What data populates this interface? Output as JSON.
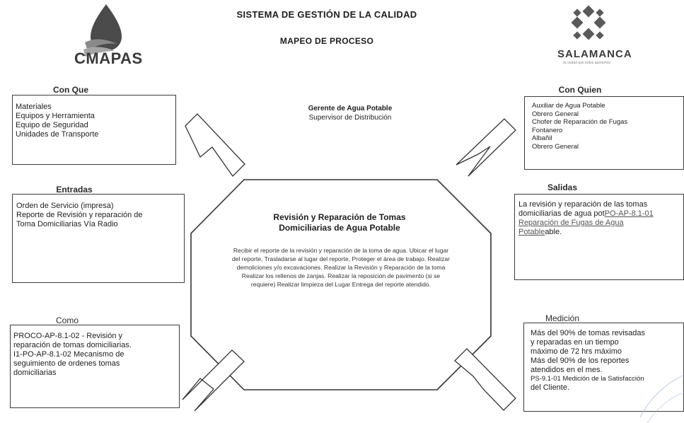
{
  "header": {
    "title": "SISTEMA DE GESTIÓN DE LA CALIDAD",
    "subtitle": "MAPEO DE PROCESO"
  },
  "logos": {
    "left_name": "CMAPAS",
    "right_name": "SALAMANCA",
    "right_tagline": "la ciudad que todos queremos"
  },
  "con_que": {
    "label": "Con Que",
    "items": [
      "Materiales",
      "Equipos y Herramienta",
      "Equipo de Seguridad",
      "Unidades de Transporte"
    ]
  },
  "responsables": {
    "line1": "Gerente de Agua Potable",
    "line2": "Supervisor de Distribución"
  },
  "con_quien": {
    "label": "Con Quien",
    "items": [
      "Auxiliar de Agua Potable",
      "Obrero General",
      "Chofer de Reparación de Fugas",
      "Fontanero",
      "Albañil",
      "Obrero General"
    ]
  },
  "entradas": {
    "label": "Entradas",
    "items": [
      "Orden de Servicio  (impresa)",
      "Reporte de Revisión y reparación de",
      "Toma Domiciliarias Vía Radio"
    ]
  },
  "proceso": {
    "title_line1": "Revisión y Reparación de Tomas",
    "title_line2": "Domiciliarias de Agua Potable",
    "desc_lines": [
      "Recibir el reporte de la revisión y reparación de la toma de agua. Ubicar el lugar",
      "del reporte, Trasladarse al lugar del reporte, Proteger el área de trabajo. Realizar",
      "demoliciones y/o excavaciones. Realizar la Revisión y Reparación de la toma",
      "Realizar los rellenos de zanjas. Realizar la reposición de pavimento (si se",
      "requiere) Realizar limpieza del Lugar Entrega del reporte atendido."
    ]
  },
  "salidas": {
    "label": "Salidas",
    "line1": "La revisión y reparación de las tomas",
    "line2_text": "domiciliarias de agua pot",
    "line2_link": "PO-AP-8.1-01",
    "line3_link": "Reparación de Fugas de Agua",
    "line4_link": "Potable",
    "line4_text": "able."
  },
  "como": {
    "label": "Como",
    "items": [
      "PROCO-AP-8.1-02 - Revisión y",
      "reparación de tomas domiciliarias.",
      "I1-PO-AP-8.1-02 Mecanismo de",
      "seguimiento de ordenes tomas",
      "domiciliarias"
    ]
  },
  "medicion": {
    "label": "Medición",
    "items": [
      "Más del 90% de tomas revisadas",
      "y reparadas en un tiempo",
      "máximo de 72 hrs máximo",
      "Más del 90% de los reportes",
      "atendidos en el mes.",
      "PS-9.1-01 Medición de la Satisfacción",
      "del Cliente."
    ]
  },
  "colors": {
    "ink": "#1e1e1e",
    "box_border": "#3c3c3c",
    "logo_dark": "#3a3a3a"
  }
}
